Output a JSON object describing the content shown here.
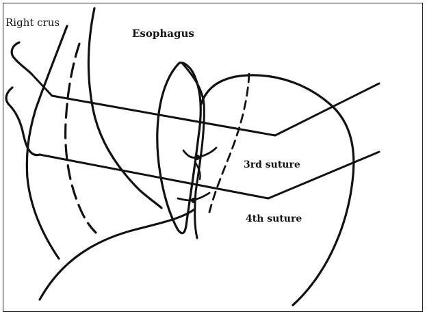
{
  "labels": {
    "right_crus": "Right crus",
    "esophagus": "Esophagus",
    "suture_3": "3rd suture",
    "suture_4": "4th suture"
  },
  "colors": {
    "ink": "#111111",
    "background": "#ffffff"
  }
}
